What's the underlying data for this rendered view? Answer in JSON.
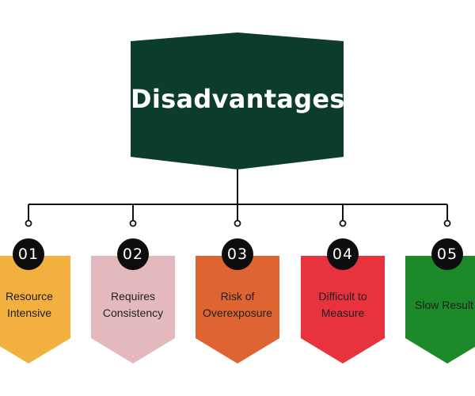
{
  "title": "Disadvantages",
  "colors": {
    "title_box": "#0b3d2a",
    "connector": "#111111",
    "badge": "#0d0d0d"
  },
  "items": [
    {
      "number": "01",
      "label": "Resource\nIntensive",
      "color": "#f2b13e"
    },
    {
      "number": "02",
      "label": "Requires\nConsistency",
      "color": "#e3b9be"
    },
    {
      "number": "03",
      "label": "Risk of\nOverexposure",
      "color": "#de6431"
    },
    {
      "number": "04",
      "label": "Difficult to\nMeasure",
      "color": "#e8333f"
    },
    {
      "number": "05",
      "label": "Slow Result",
      "color": "#1c8a28"
    }
  ]
}
